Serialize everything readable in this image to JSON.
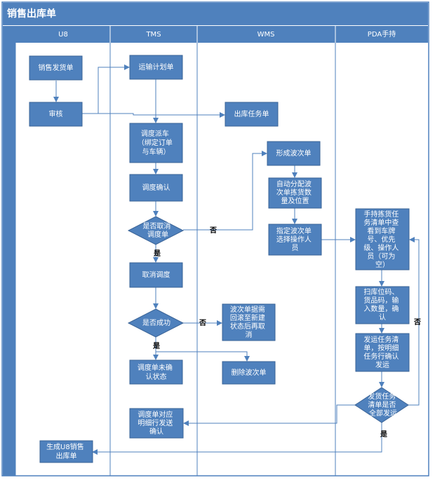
{
  "title": "销售出库单",
  "lanes": [
    "U8",
    "TMS",
    "WMS",
    "PDA手持"
  ],
  "nodes": {
    "sales_delivery": [
      "销售发货单"
    ],
    "review": [
      "审核"
    ],
    "transport_plan": [
      "运输计划单"
    ],
    "outbound_task": [
      "出库任务单"
    ],
    "dispatch": [
      "调度派车",
      "（绑定订单",
      "与车辆）"
    ],
    "wave_form": [
      "形成波次单"
    ],
    "auto_assign": [
      "自动分配波",
      "次单拣货数",
      "量及位置"
    ],
    "dispatch_confirm": [
      "调度确认"
    ],
    "cancel_dispatch_q": [
      "是否取消",
      "调度单"
    ],
    "assign_operator": [
      "指定波次单",
      "选择操作人",
      "员"
    ],
    "pda_task_list": [
      "手持拣货任",
      "务清单中查",
      "看到车牌",
      "号、优先",
      "级、操作人",
      "员（可为",
      "空）"
    ],
    "cancel_dispatch": [
      "取消调度"
    ],
    "success_q": [
      "是否成功"
    ],
    "wave_rollback": [
      "波次单据需",
      "回滚至新建",
      "状态后再取",
      "消"
    ],
    "scan": [
      "扫库位码、",
      "货品码，输",
      "入数量，确",
      "认"
    ],
    "send_task": [
      "发运任务清",
      "单，按明细",
      "任务行确认",
      "发运"
    ],
    "unconfirmed_status": [
      "调度单未确",
      "认状态"
    ],
    "delete_wave": [
      "删除波次单"
    ],
    "all_shipped_q": [
      "发货任务",
      "清单是否",
      "全部发运"
    ],
    "detail_confirm": [
      "调度单对应",
      "明细行发送",
      "确认"
    ],
    "generate_u8": [
      "生成U8销售",
      "出库单"
    ]
  },
  "edge_labels": {
    "no_cancel": "否",
    "yes_cancel": "是",
    "no_success": "否",
    "yes_success": "是",
    "no_all": "否",
    "yes_all": "是"
  }
}
